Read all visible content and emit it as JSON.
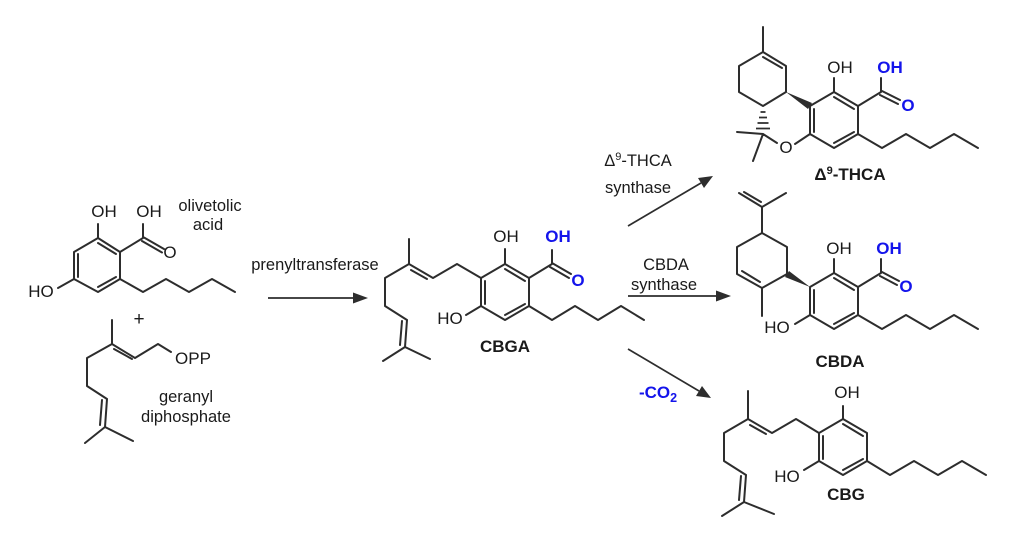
{
  "colors": {
    "bond": "#2d2d2d",
    "text": "#1a1a1a",
    "highlight": "#1414eb"
  },
  "atoms": {
    "oh": "OH",
    "ho": "HO",
    "o": "O",
    "opp": "OPP"
  },
  "operators": {
    "plus": "+"
  },
  "molecules": {
    "olivetolic_acid": {
      "name_line1": "olivetolic",
      "name_line2": "acid"
    },
    "geranyl_diphosphate": {
      "name_line1": "geranyl",
      "name_line2": "diphosphate"
    },
    "cbga": {
      "name": "CBGA"
    },
    "thca": {
      "name_delta": "Δ",
      "name_sup": "9",
      "name_suffix": "-THCA"
    },
    "cbda": {
      "name": "CBDA"
    },
    "cbg": {
      "name": "CBG"
    }
  },
  "reactions": {
    "prenylation": {
      "enzyme": "prenyltransferase"
    },
    "thca_synthesis": {
      "enzyme_delta": "Δ",
      "enzyme_sup": "9",
      "enzyme_suffix": "-THCA",
      "enzyme_line2": "synthase"
    },
    "cbda_synthesis": {
      "enzyme_line1": "CBDA",
      "enzyme_line2": "synthase"
    },
    "decarboxylation": {
      "label_prefix": "-CO",
      "label_sub": "2"
    }
  }
}
